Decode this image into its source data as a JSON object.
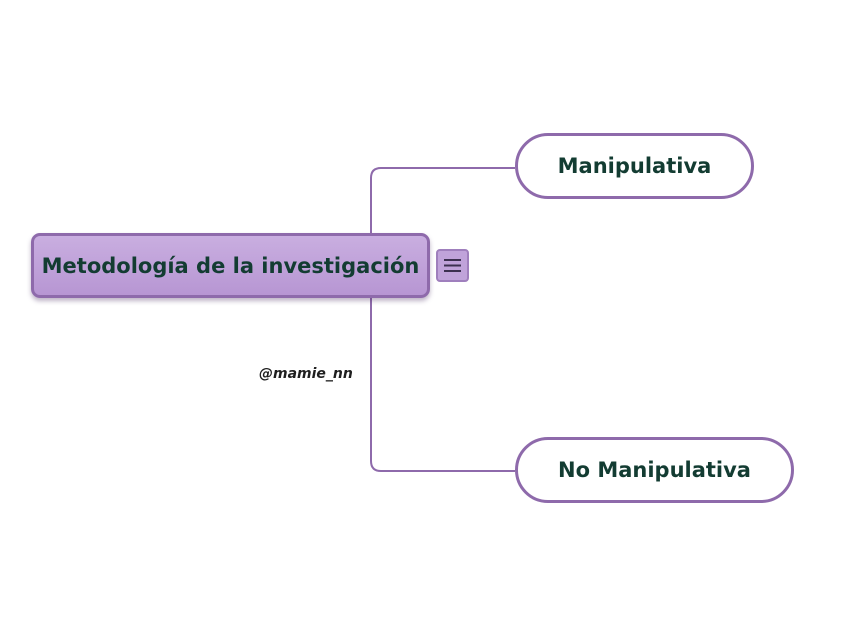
{
  "mindmap": {
    "root": {
      "label": "Metodología de la investigación"
    },
    "children": [
      {
        "label": "Manipulativa"
      },
      {
        "label": "No Manipulativa"
      }
    ],
    "watermark": "@mamie_nn",
    "menu_icon": "hamburger-menu-icon"
  },
  "colors": {
    "root_fill": "#bfa2d9",
    "node_border": "#8e6aab",
    "connector": "#8e6aab",
    "text": "#133c32"
  }
}
